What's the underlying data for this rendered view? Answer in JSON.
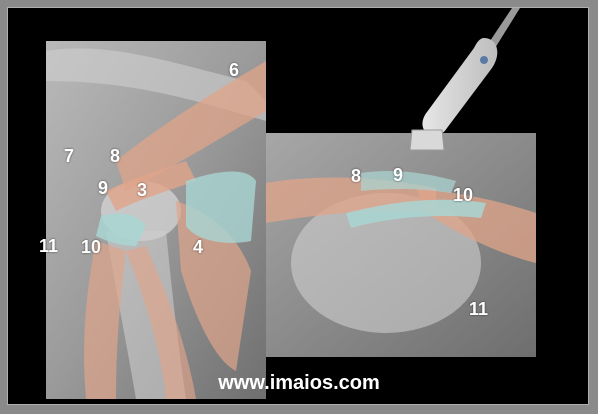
{
  "labels": {
    "l6": "6",
    "l7": "7",
    "l8": "8",
    "l9": "9",
    "l3": "3",
    "l11": "11",
    "l10": "10",
    "l4": "4",
    "r8": "8",
    "r9": "9",
    "r10": "10",
    "r11": "11"
  },
  "watermark": "www.imaios.com",
  "colors": {
    "background": "#000000",
    "frame": "#8a8a8a",
    "muscle": "#e0a48a",
    "tendon": "#a9d6d3"
  }
}
